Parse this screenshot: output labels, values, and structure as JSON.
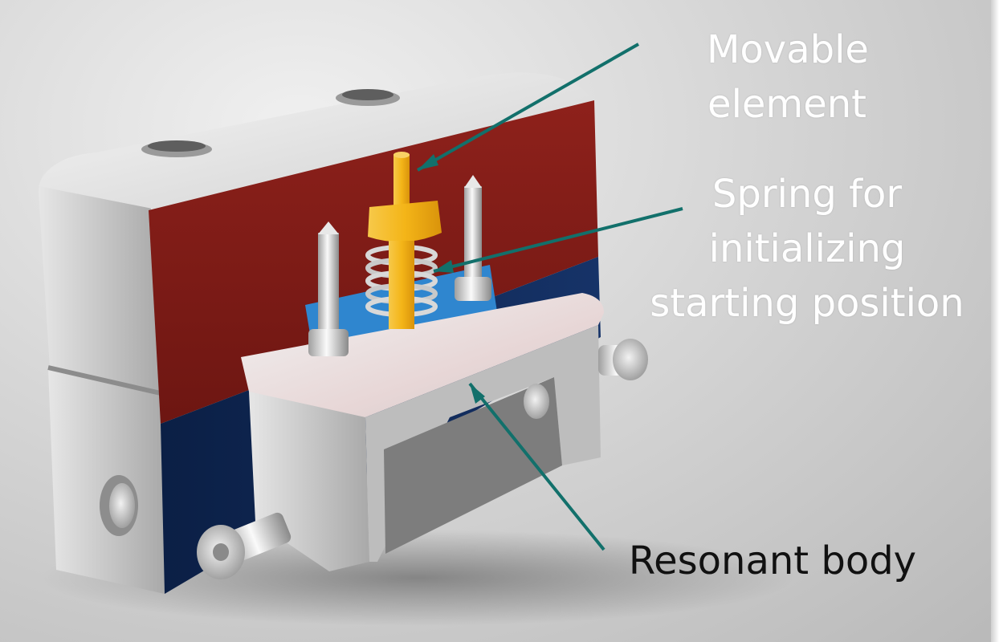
{
  "labels": {
    "movable_element": [
      "Movable",
      "element"
    ],
    "spring": [
      "Spring for",
      "initializing",
      "starting position"
    ],
    "resonant_body": "Resonant body"
  },
  "colors": {
    "leader_line": "#12706b",
    "red_housing": "#7a1a16",
    "blue_housing": "#0e2650",
    "yellow_element": "#f2b418",
    "blue_pad": "#2b7fc4",
    "aluminum": "#d9d9d9"
  }
}
